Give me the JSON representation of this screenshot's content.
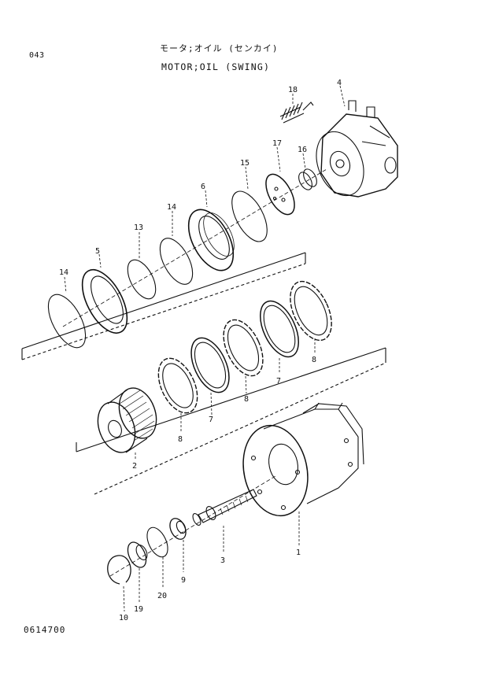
{
  "header": {
    "page_number": "043",
    "title_jp": "モータ;オイル (センカイ)",
    "title_en": "MOTOR;OIL (SWING)"
  },
  "footer": {
    "drawing_number": "0614700"
  },
  "callouts": {
    "c1": "1",
    "c2": "2",
    "c3": "3",
    "c4": "4",
    "c5": "5",
    "c6": "6",
    "c7a": "7",
    "c7b": "7",
    "c8a": "8",
    "c8b": "8",
    "c8c": "8",
    "c9": "9",
    "c10": "10",
    "c13": "13",
    "c14a": "14",
    "c14b": "14",
    "c15": "15",
    "c16": "16",
    "c17": "17",
    "c18": "18",
    "c19": "19",
    "c20": "20"
  }
}
